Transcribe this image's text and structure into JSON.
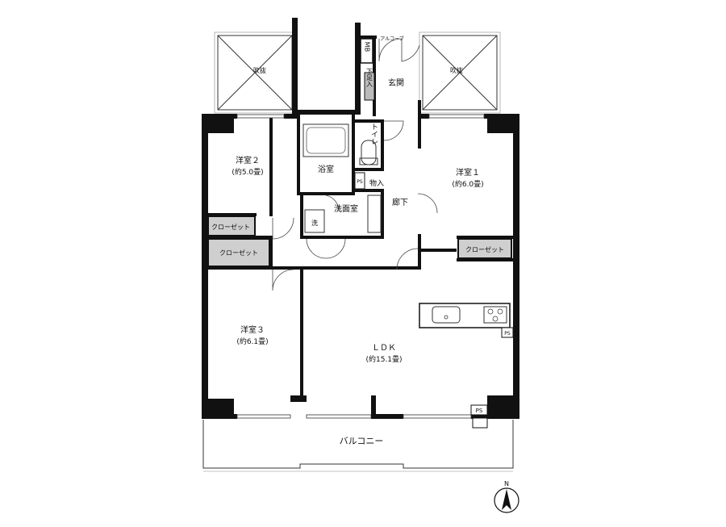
{
  "rooms": {
    "western2": {
      "name": "洋室２",
      "size": "(約5.0畳)"
    },
    "western1": {
      "name": "洋室１",
      "size": "(約6.0畳)"
    },
    "western3": {
      "name": "洋室３",
      "size": "(約6.1畳)"
    },
    "ldk": {
      "name": "ＬＤＫ",
      "size": "(約15.1畳)"
    },
    "bath": "浴室",
    "washroom": "洗面室",
    "washer": "洗",
    "toilet": "トイレ",
    "corridor": "廊下",
    "entrance": "玄関",
    "storage": "物入",
    "shoe_box": "下足入",
    "alcove": "アルコーブ",
    "balcony": "バルコニー"
  },
  "closets": [
    "クローゼット",
    "クローゼット",
    "クローゼット"
  ],
  "voids": [
    "吹抜",
    "吹抜"
  ],
  "ps_labels": [
    "PS",
    "PS",
    "PS"
  ],
  "mb_label": "MB",
  "compass": "N"
}
